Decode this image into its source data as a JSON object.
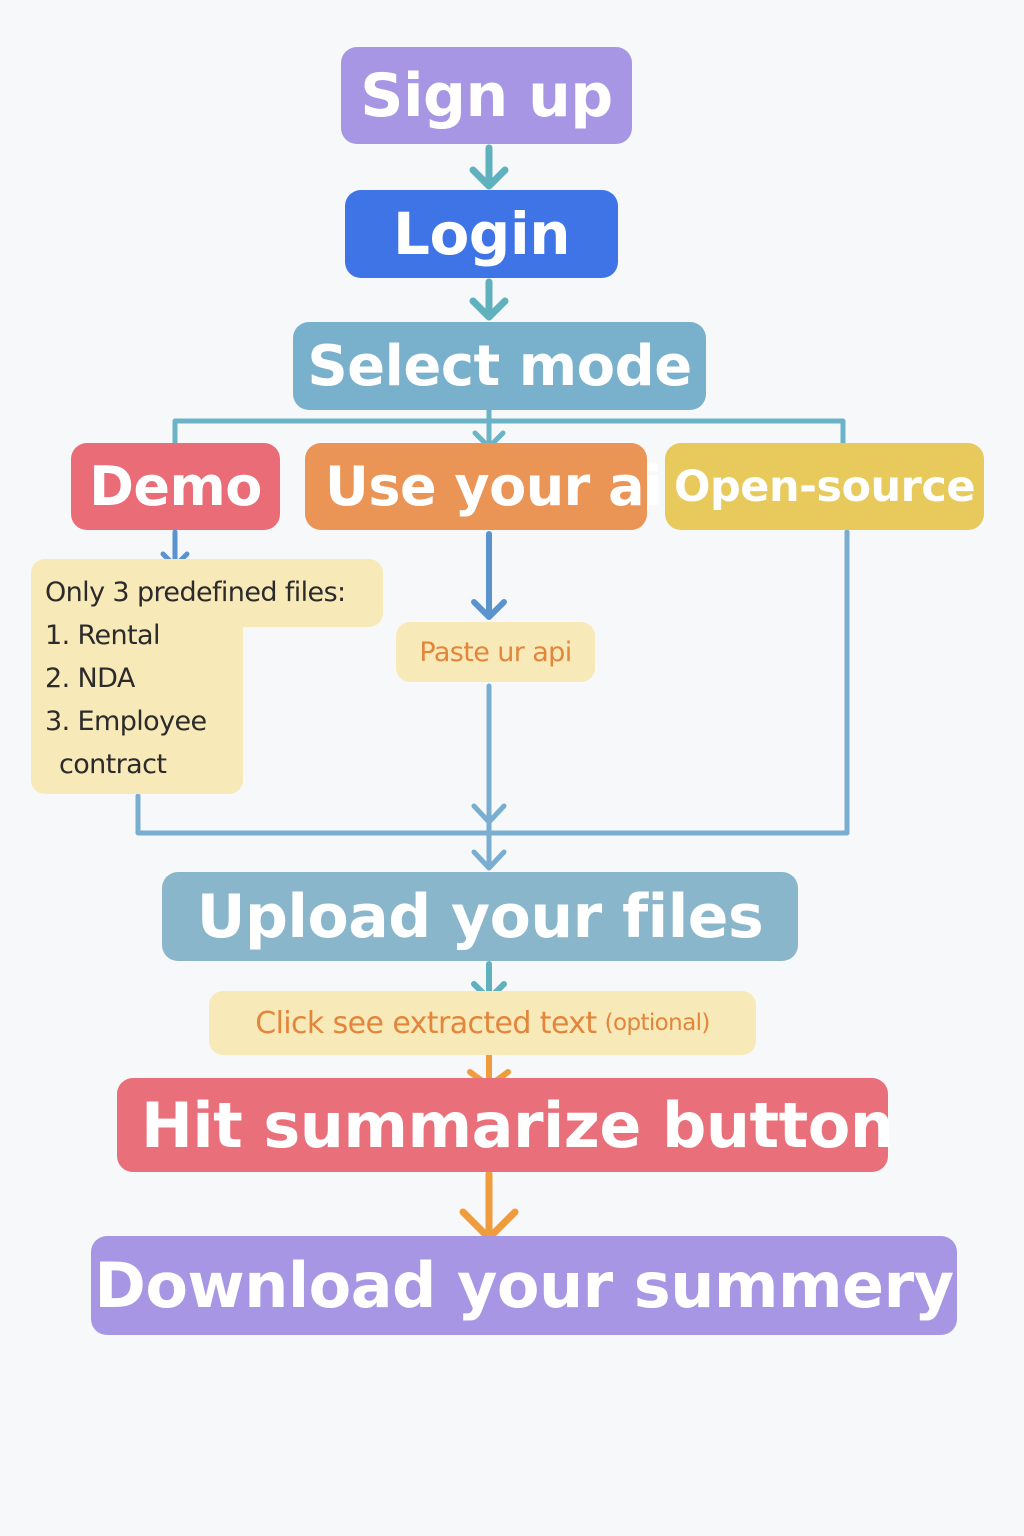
{
  "steps": {
    "signup": "Sign up",
    "login": "Login",
    "select_mode": "Select mode",
    "modes": {
      "demo": "Demo",
      "use_your_ai": "Use your ai",
      "open_source": "Open-source"
    },
    "demo_note": {
      "title": "Only 3 predefined files:",
      "items": [
        "1. Rental",
        "2. NDA",
        "3. Employee",
        "contract"
      ]
    },
    "paste_api": "Paste ur api",
    "upload": "Upload your files",
    "click_extracted": {
      "main": "Click see extracted text",
      "optional": "(optional)"
    },
    "summarize": "Hit summarize button",
    "download": "Download your summery"
  },
  "colors": {
    "background": "#f6f8fa",
    "purple": "#a796e3",
    "blue": "#3f74e6",
    "steel_blue": "#79b1cd",
    "red": "#e96c76",
    "orange": "#ea9556",
    "yellow": "#e8c95c",
    "note_bg": "#f8e9b8",
    "note_text_orange": "#e3853a",
    "connector_teal": "#5fb1bd",
    "connector_blue": "#7aaed0",
    "connector_orange": "#ef9c3c"
  }
}
